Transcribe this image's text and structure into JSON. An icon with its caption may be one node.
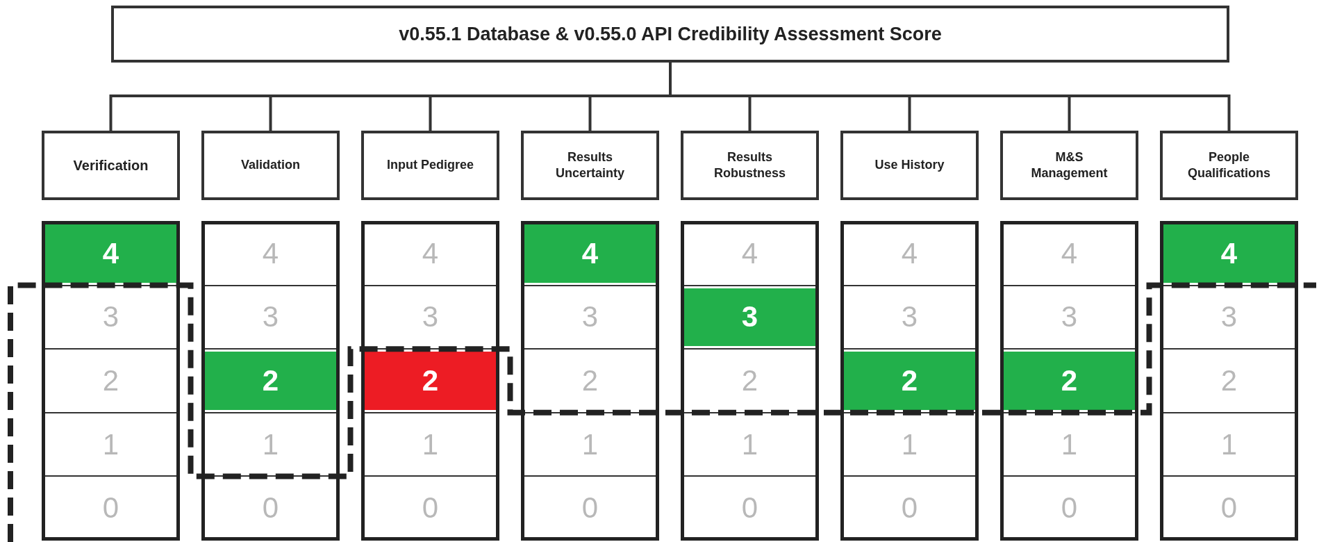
{
  "diagram": {
    "nodes": [
      {
        "text": [
          "v0.55.1 Database & v0.55.0 API Credibility Assessment Score"
        ]
      },
      {
        "text": [
          "Verification"
        ]
      },
      {
        "text": [
          "Validation"
        ]
      },
      {
        "text": [
          "Input Pedigree"
        ]
      },
      {
        "text": [
          "Results Uncertainty"
        ]
      },
      {
        "text": [
          "Results Robustness"
        ]
      },
      {
        "text": [
          "Use History"
        ]
      },
      {
        "text": [
          "M&S Management"
        ]
      },
      {
        "text": [
          "People Qualifications"
        ]
      },
      {
        "text": [],
        "shape": "box"
      },
      {
        "text": [
          "4"
        ],
        "in": 9
      },
      {
        "text": [
          "3"
        ],
        "in": 9
      },
      {
        "text": [
          "2"
        ],
        "in": 9
      },
      {
        "text": [
          "1"
        ],
        "in": 9
      },
      {
        "text": [
          "0"
        ],
        "in": 9
      },
      {
        "text": [],
        "shape": "box"
      },
      {
        "text": [
          "4"
        ],
        "in": 15
      },
      {
        "text": [
          "3"
        ],
        "in": 15
      },
      {
        "text": [
          "2"
        ],
        "in": 15
      },
      {
        "text": [
          "1"
        ],
        "in": 15
      },
      {
        "text": [
          "0"
        ],
        "in": 15
      },
      {
        "text": [],
        "shape": "box"
      },
      {
        "text": [
          "4"
        ],
        "in": 21
      },
      {
        "text": [
          "3"
        ],
        "in": 21
      },
      {
        "text": [
          "2"
        ],
        "in": 21
      },
      {
        "text": [
          "1"
        ],
        "in": 21
      },
      {
        "text": [
          "0"
        ],
        "in": 21
      },
      {
        "text": [],
        "shape": "box"
      },
      {
        "text": [
          "4"
        ],
        "in": 27
      },
      {
        "text": [
          "3"
        ],
        "in": 27
      },
      {
        "text": [
          "2"
        ],
        "in": 27
      },
      {
        "text": [
          "1"
        ],
        "in": 27
      },
      {
        "text": [
          "0"
        ],
        "in": 27
      },
      {
        "text": [],
        "shape": "box"
      },
      {
        "text": [
          "4"
        ],
        "in": 33
      },
      {
        "text": [
          "3"
        ],
        "in": 33
      },
      {
        "text": [
          "2"
        ],
        "in": 33
      },
      {
        "text": [
          "1"
        ],
        "in": 33
      },
      {
        "text": [
          "0"
        ],
        "in": 33
      },
      {
        "text": [],
        "shape": "box"
      },
      {
        "text": [
          "4"
        ],
        "in": 39
      },
      {
        "text": [
          "3"
        ],
        "in": 39
      },
      {
        "text": [
          "2"
        ],
        "in": 39
      },
      {
        "text": [
          "1"
        ],
        "in": 39
      },
      {
        "text": [
          "0"
        ],
        "in": 39
      },
      {
        "text": [],
        "shape": "box"
      },
      {
        "text": [
          "4"
        ],
        "in": 45
      },
      {
        "text": [
          "3"
        ],
        "in": 45
      },
      {
        "text": [
          "2"
        ],
        "in": 45
      },
      {
        "text": [
          "1"
        ],
        "in": 45
      },
      {
        "text": [
          "0"
        ],
        "in": 45
      },
      {
        "text": [],
        "shape": "box"
      },
      {
        "text": [
          "4"
        ],
        "in": 51
      },
      {
        "text": [
          "3"
        ],
        "in": 51
      },
      {
        "text": [
          "2"
        ],
        "in": 51
      },
      {
        "text": [
          "1"
        ],
        "in": 51
      },
      {
        "text": [
          "0"
        ],
        "in": 51
      }
    ],
    "edges": [
      {
        "from": 0,
        "to": 1,
        "arrow": "none"
      },
      {
        "from": 0,
        "to": 2,
        "arrow": "none"
      },
      {
        "from": 0,
        "to": 3,
        "arrow": "none"
      },
      {
        "from": 0,
        "to": 4,
        "arrow": "none"
      },
      {
        "from": 0,
        "to": 5,
        "arrow": "none"
      },
      {
        "from": 0,
        "to": 6,
        "arrow": "none"
      },
      {
        "from": 0,
        "to": 7,
        "arrow": "none"
      },
      {
        "from": 0,
        "to": 8,
        "arrow": "none"
      }
    ]
  }
}
